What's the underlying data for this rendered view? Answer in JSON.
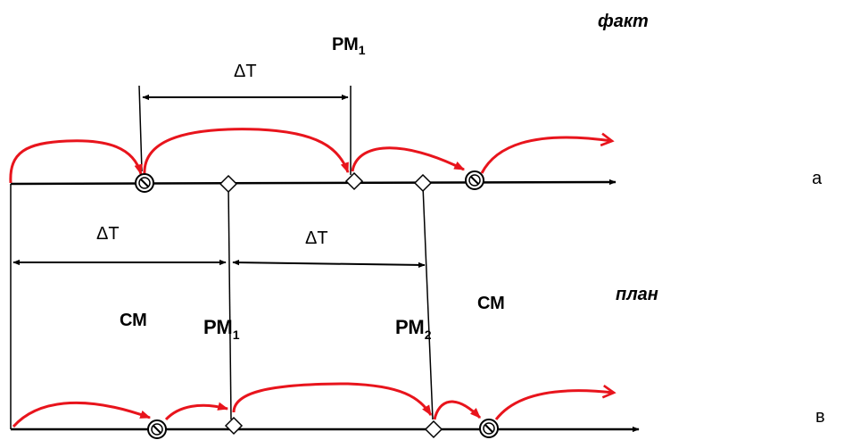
{
  "labels": {
    "fact": "факт",
    "plan": "план",
    "rm1_top": "РМ",
    "rm1_top_sub": "1",
    "dt_top": "ΔТ",
    "dt_left": "ΔТ",
    "dt_mid": "ΔТ",
    "sm_left": "СМ",
    "sm_right": "СМ",
    "rm1_mid": "РМ",
    "rm1_mid_sub": "1",
    "rm2_mid": "РМ",
    "rm2_mid_sub": "2",
    "line_a": "а",
    "line_b": "в"
  },
  "colors": {
    "arrow": "#e8141c",
    "line": "#000000",
    "marker_fill": "#ffffff"
  },
  "markers": {
    "top": [
      "prohibited-circle",
      "diamond",
      "diamond",
      "diamond",
      "prohibited-circle"
    ],
    "bottom": [
      "prohibited-circle",
      "diamond",
      "diamond",
      "prohibited-circle"
    ]
  }
}
